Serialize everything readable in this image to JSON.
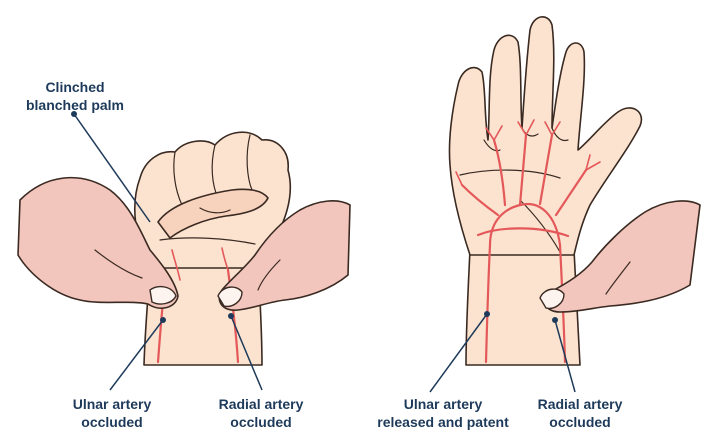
{
  "labels": {
    "clinched_palm": [
      "Clinched",
      "blanched palm"
    ],
    "ulnar_occluded": [
      "Ulnar artery",
      "occluded"
    ],
    "radial_occluded_left": [
      "Radial artery",
      "occluded"
    ],
    "ulnar_released": [
      "Ulnar artery",
      "released and patent"
    ],
    "radial_occluded_right": [
      "Radial artery",
      "occluded"
    ]
  },
  "colors": {
    "label_text": "#1e3a5a",
    "skin": "#fbe3cf",
    "examiner_hand": "#f3c6bd",
    "artery": "#e4585a",
    "outline": "#3a2a22"
  }
}
